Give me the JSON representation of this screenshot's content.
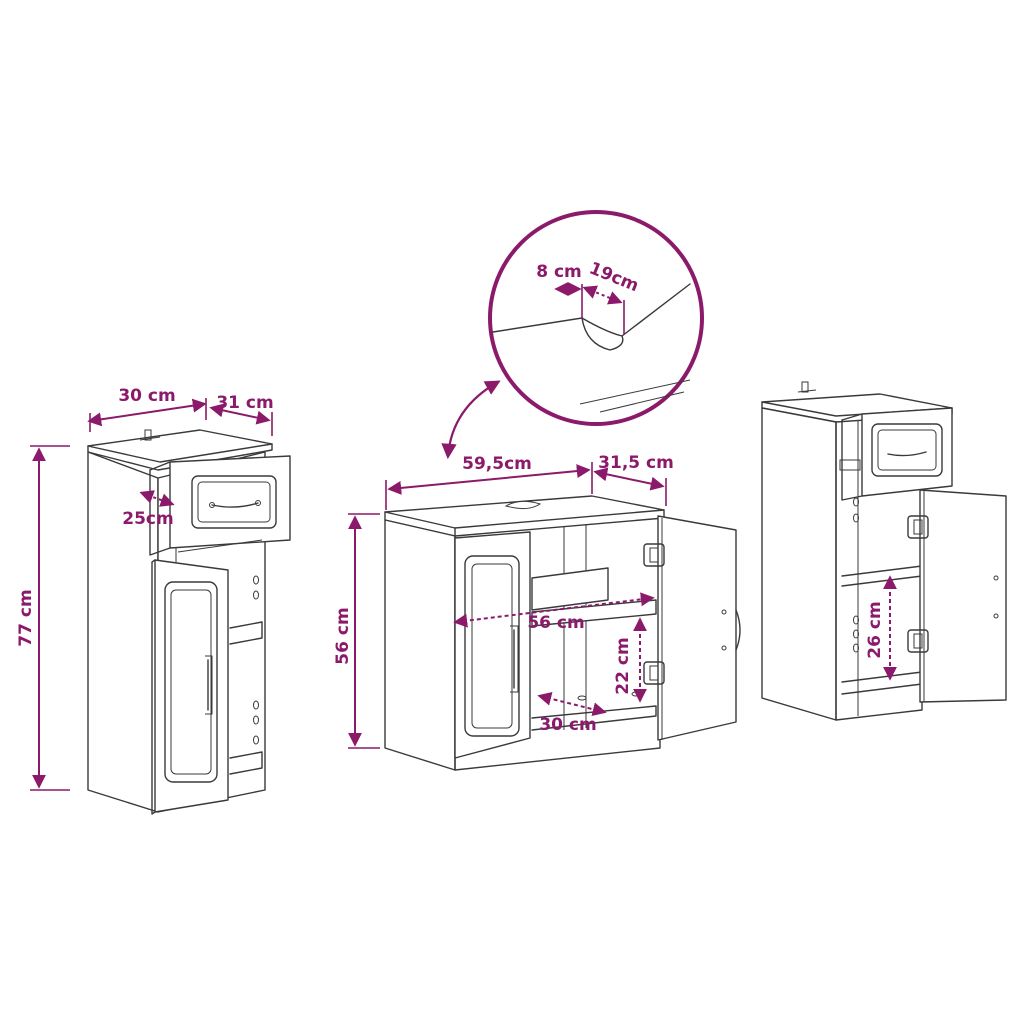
{
  "accent_color": "#8b1a6b",
  "line_color": "#3a3a3a",
  "icons": [
    "drawer-handle-icon",
    "door-handle-icon",
    "hinge-icon"
  ],
  "left_cabinet": {
    "width": "30 cm",
    "depth": "31 cm",
    "drawer_depth": "25cm",
    "height": "77 cm"
  },
  "sink_cabinet": {
    "width": "59,5cm",
    "depth": "31,5 cm",
    "height": "56 cm",
    "inner_width": "56 cm",
    "shelf_height": "22 cm",
    "shelf_depth": "30 cm"
  },
  "cutout_detail": {
    "cutout_depth": "8 cm",
    "cutout_width": "19cm"
  },
  "right_cabinet": {
    "shelf_height": "26 cm"
  }
}
